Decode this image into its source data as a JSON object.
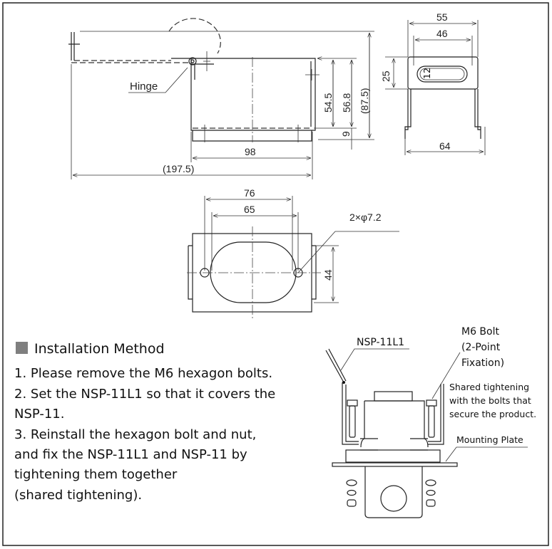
{
  "side_view": {
    "hinge_label": "Hinge",
    "dims": {
      "d54_5": "54.5",
      "d56_8": "56.8",
      "d87_5": "(87.5)",
      "d9": "9",
      "d98": "98",
      "d197_5": "(197.5)"
    }
  },
  "front_view": {
    "dims": {
      "d55": "55",
      "d46": "46",
      "d25": "25",
      "d12": "12",
      "d64": "64"
    }
  },
  "bottom_view": {
    "dims": {
      "d76": "76",
      "d65": "65",
      "d44": "44",
      "holes": "2×φ7.2"
    }
  },
  "installation": {
    "heading": "Installation Method",
    "heading_marker_color": "#7f7f7f",
    "lines": [
      "1. Please remove the M6 hexagon bolts.",
      "2. Set the NSP-11L1 so that it covers the",
      "NSP-11.",
      "3. Reinstall the hexagon bolt and nut,",
      "and fix the NSP-11L1 and NSP-11 by",
      "tightening them together",
      "(shared tightening)."
    ]
  },
  "assembly": {
    "part_label": "NSP-11L1",
    "bolt_label": [
      "M6 Bolt",
      "(2-Point",
      "Fixation)"
    ],
    "shared_note": [
      "Shared tightening",
      "with the bolts that",
      "secure the product."
    ],
    "plate_label": "Mounting Plate"
  }
}
